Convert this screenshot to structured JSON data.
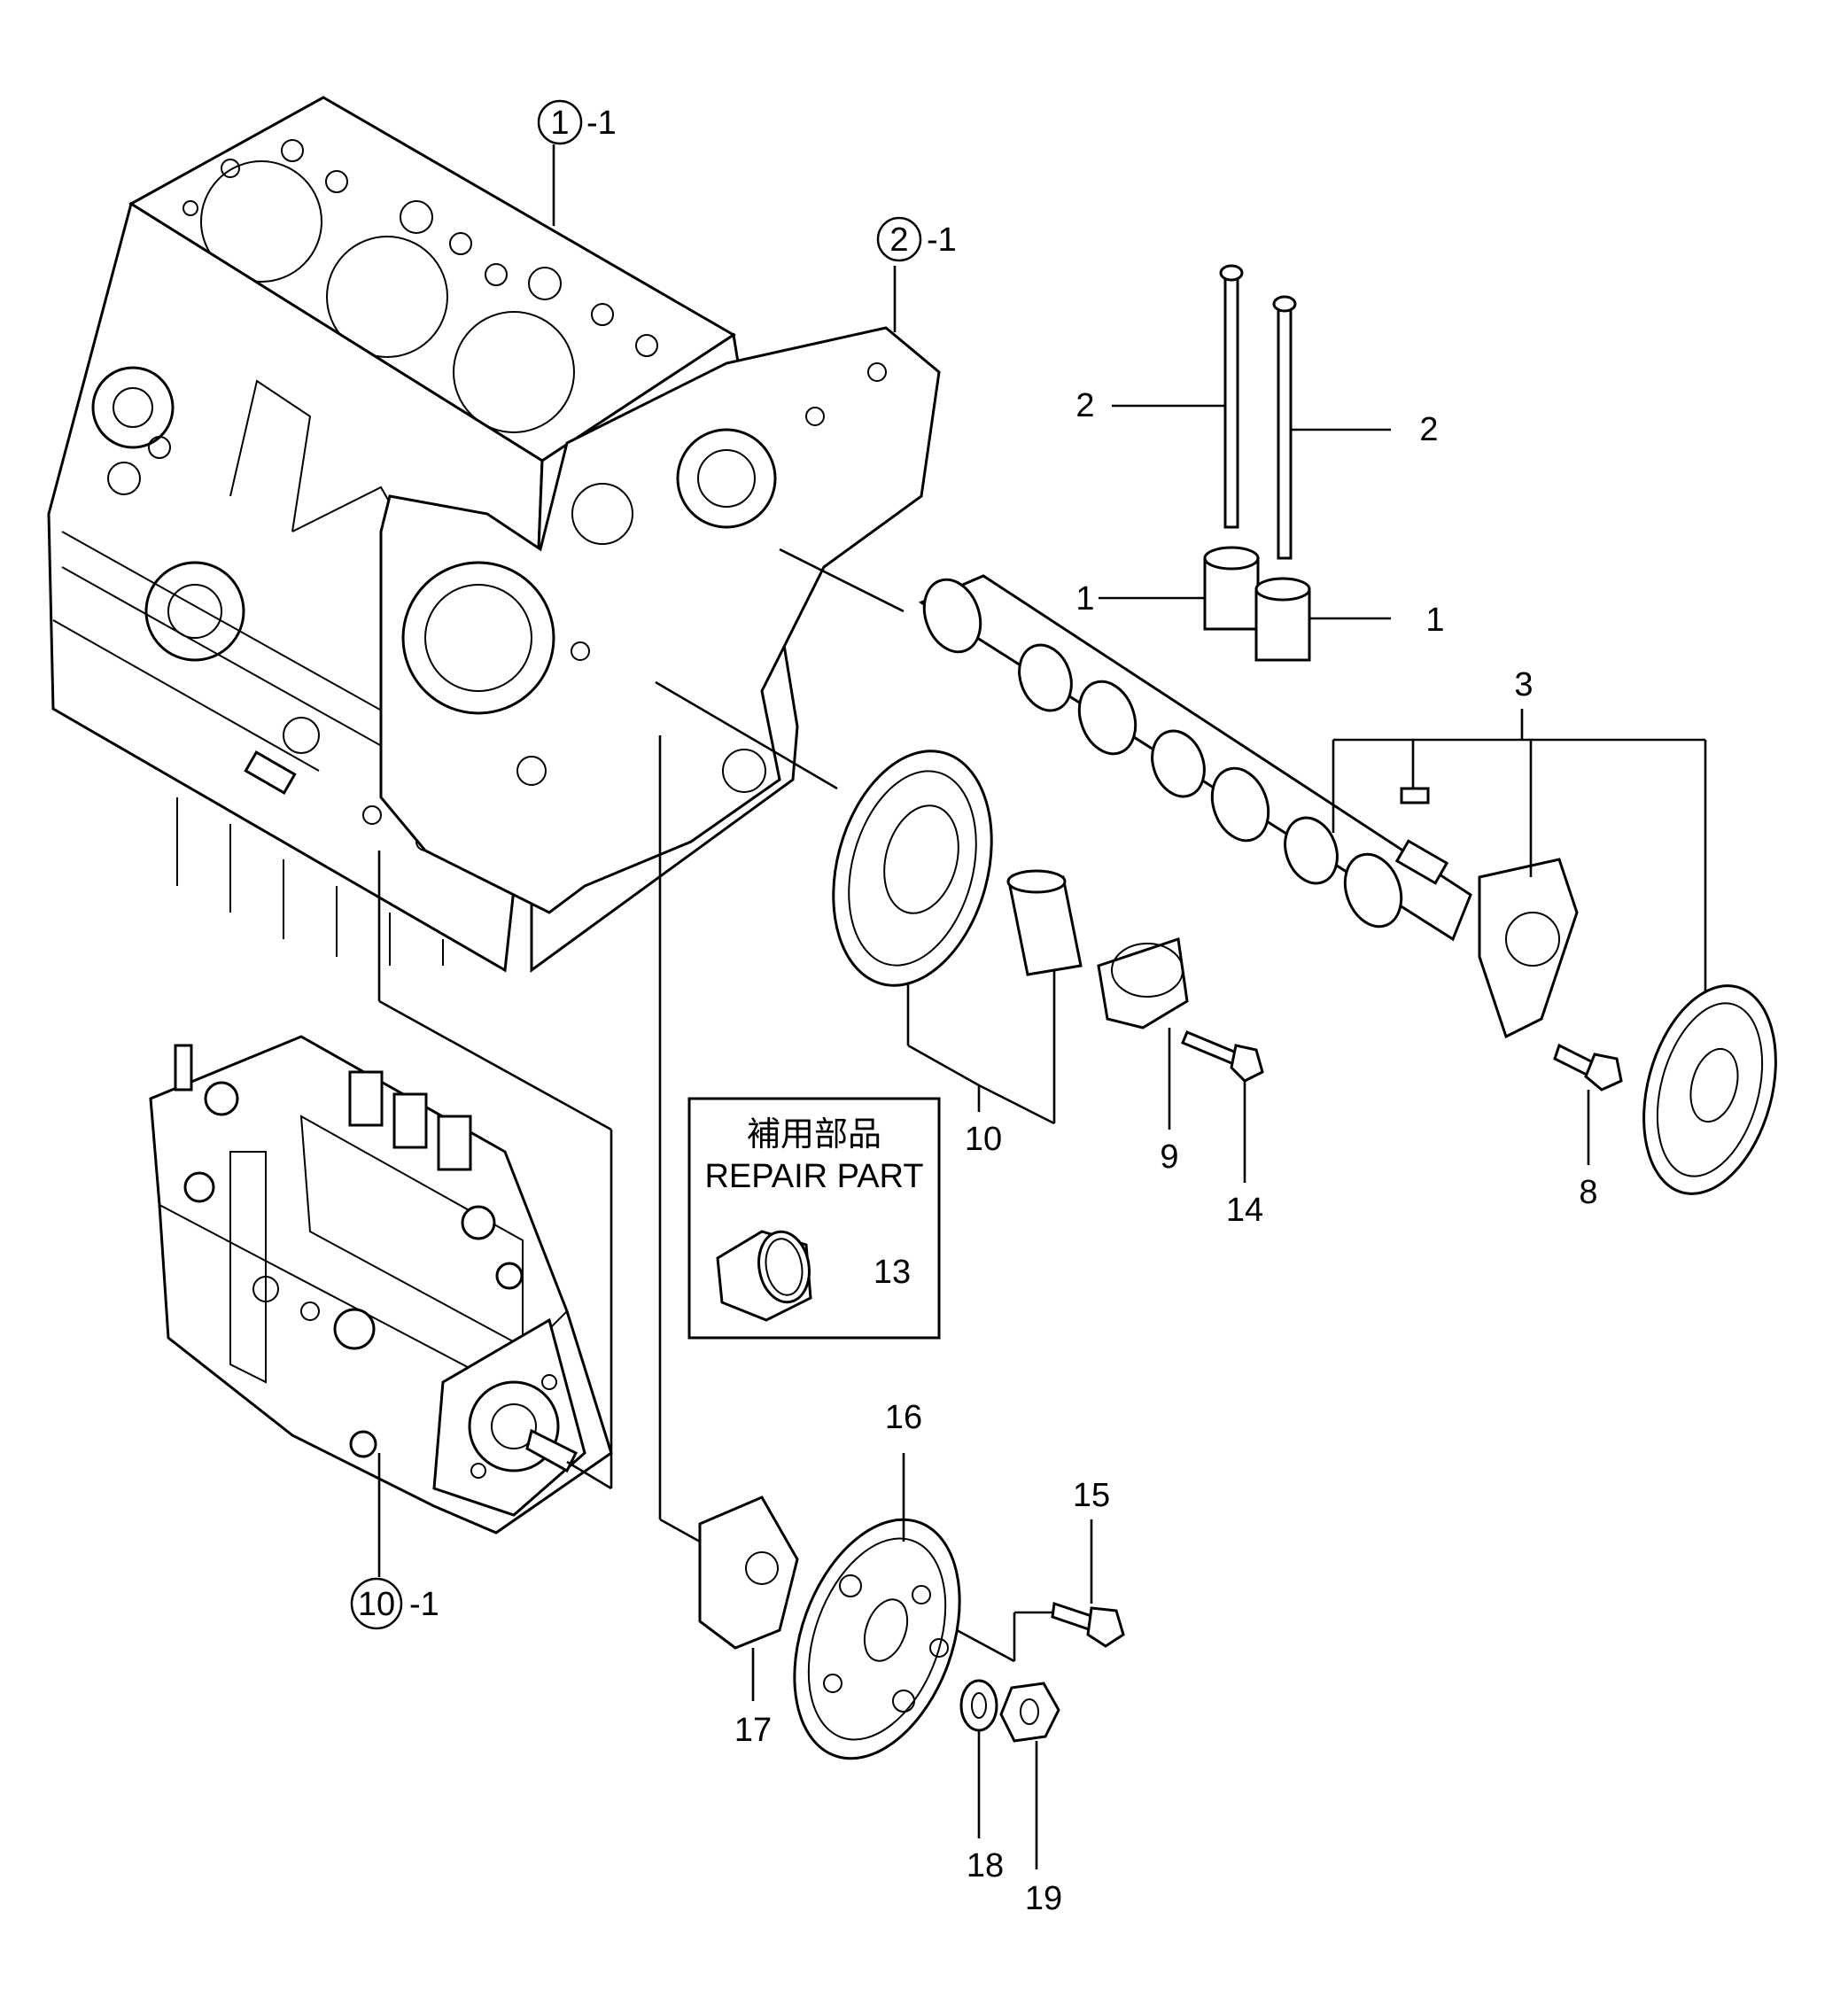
{
  "ref_labels": {
    "cyl_block": {
      "num": "1",
      "suffix": "-1"
    },
    "gear_case": {
      "num": "2",
      "suffix": "-1"
    },
    "fuel_pump": {
      "num": "10",
      "suffix": "-1"
    }
  },
  "part_labels": {
    "p1a": "1",
    "p1b": "1",
    "p2a": "2",
    "p2b": "2",
    "p3": "3",
    "p8": "8",
    "p9": "9",
    "p10": "10",
    "p13": "13",
    "p14": "14",
    "p15": "15",
    "p16": "16",
    "p17": "17",
    "p18": "18",
    "p19": "19"
  },
  "repair_box": {
    "title_jp": "補用部品",
    "title_en": "REPAIR PART"
  },
  "icons": [
    "cylinder-block",
    "gear-case",
    "camshaft",
    "tappet",
    "push-rod",
    "cam-gear",
    "idle-gear",
    "fuel-injection-pump",
    "bushing",
    "bolt",
    "nut",
    "washer"
  ]
}
